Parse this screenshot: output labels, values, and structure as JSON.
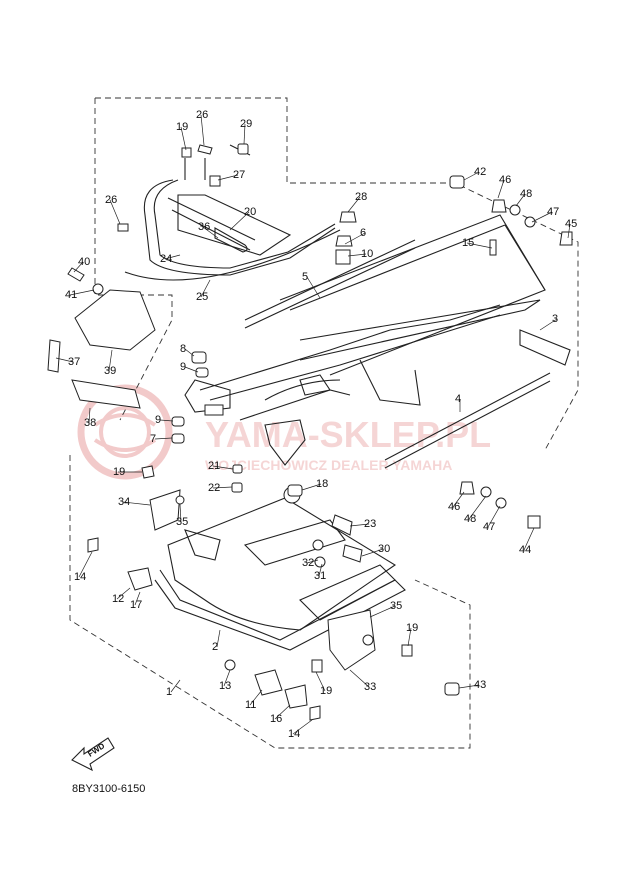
{
  "diagram": {
    "catalog_code": "8BY3100-6150",
    "fwd_label": "FWD",
    "watermark": {
      "main": "YAMA-SKLEP.PL",
      "sub": "WOJCIECHOWICZ DEALER YAMAHA",
      "color": "#e8a0a0"
    },
    "part_labels": [
      "1",
      "2",
      "3",
      "4",
      "5",
      "6",
      "8",
      "9",
      "9",
      "7",
      "10",
      "11",
      "12",
      "13",
      "14",
      "14",
      "15",
      "16",
      "17",
      "18",
      "19",
      "19",
      "19",
      "19",
      "20",
      "21",
      "22",
      "23",
      "24",
      "25",
      "26",
      "26",
      "27",
      "28",
      "29",
      "30",
      "31",
      "32",
      "33",
      "34",
      "35",
      "35",
      "36",
      "37",
      "38",
      "39",
      "40",
      "41",
      "42",
      "43",
      "44",
      "45",
      "46",
      "46",
      "47",
      "47",
      "48",
      "48"
    ]
  }
}
